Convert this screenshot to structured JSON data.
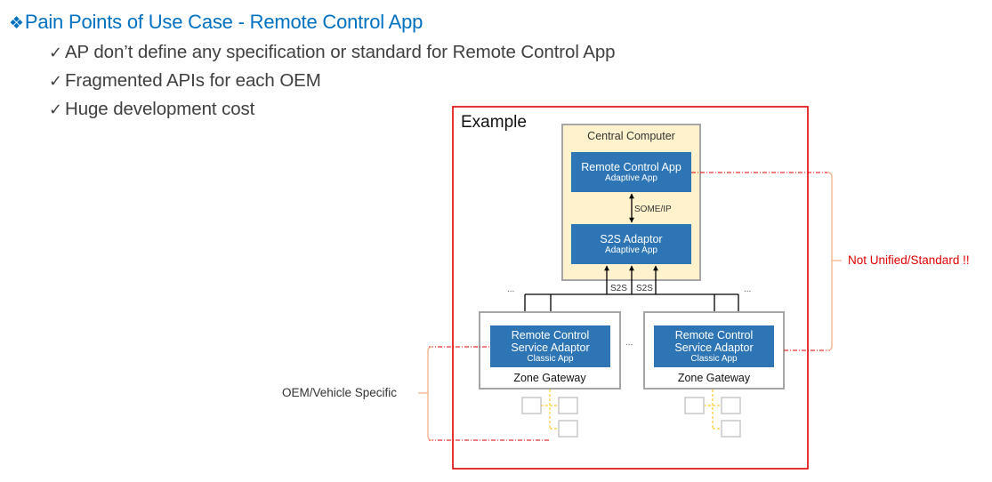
{
  "slide": {
    "title_icon": "❖",
    "title": "Pain Points of Use Case - Remote Control App",
    "bullets": [
      {
        "icon": "✓",
        "text": "AP don’t define any specification or standard for Remote Control App"
      },
      {
        "icon": "✓",
        "text": "Fragmented APIs for each OEM"
      },
      {
        "icon": "✓",
        "text": "Huge development cost"
      }
    ]
  },
  "diagram": {
    "frame_label": "Example",
    "central_computer": {
      "label": "Central Computer",
      "remote_control_app": {
        "name": "Remote Control App",
        "type": "Adaptive App"
      },
      "s2s_adaptor": {
        "name": "S2S Adaptor",
        "type": "Adaptive App"
      },
      "link_label": "SOME/IP"
    },
    "s2s_labels": [
      "S2S",
      "S2S"
    ],
    "ellipsis": "...",
    "zone_gateways": [
      {
        "label": "Zone Gateway",
        "app": {
          "line1": "Remote Control",
          "line2": "Service Adaptor",
          "type": "Classic App"
        }
      },
      {
        "label": "Zone Gateway",
        "app": {
          "line1": "Remote Control",
          "line2": "Service Adaptor",
          "type": "Classic App"
        }
      }
    ],
    "annotations": {
      "not_unified": "Not Unified/Standard !!",
      "oem_specific": "OEM/Vehicle Specific"
    }
  },
  "colors": {
    "title": "#0070C0",
    "app_box": "#2E75B6",
    "central_fill": "#FFF2CC",
    "frame": "#E00000",
    "bracket": "#F4B183",
    "warning_text": "#E00000"
  }
}
